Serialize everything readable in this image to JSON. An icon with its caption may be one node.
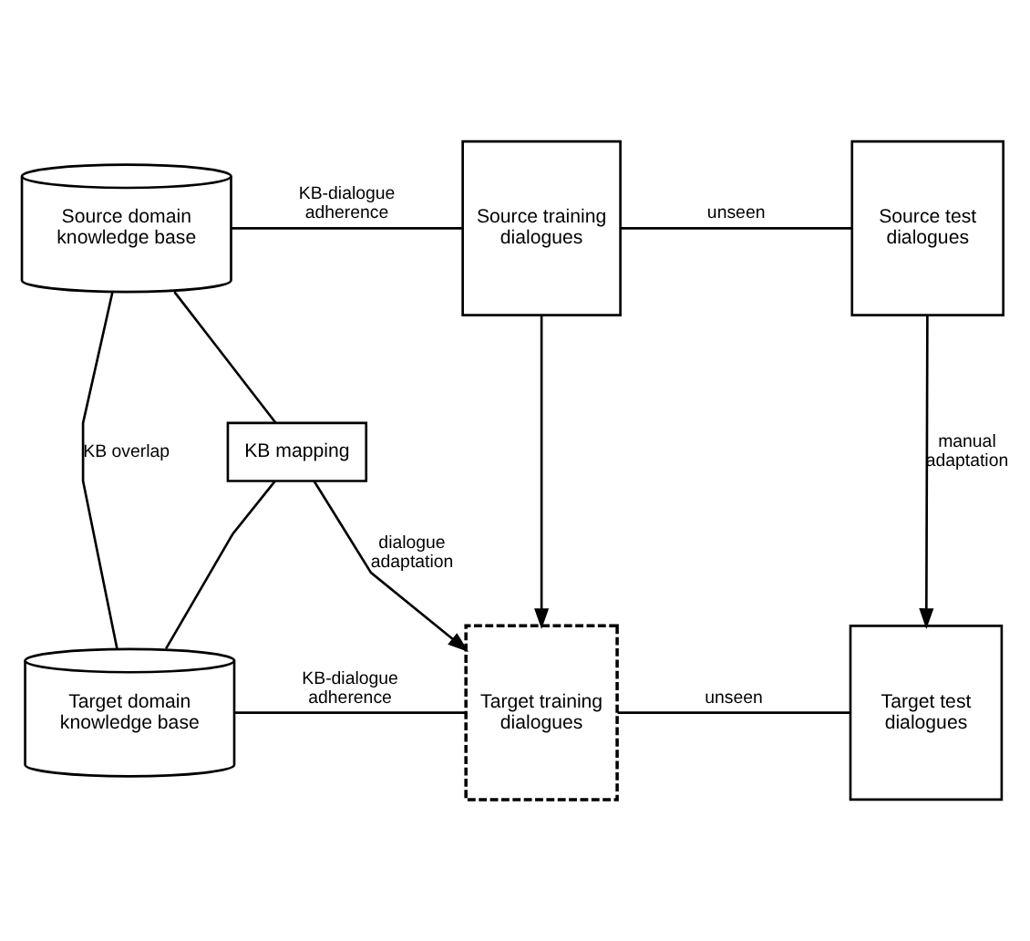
{
  "diagram": {
    "nodes": [
      {
        "text": [
          "Source domain knowledge base"
        ]
      },
      {
        "text": [
          "Source training dialogues"
        ]
      },
      {
        "text": [
          "Source test dialogues"
        ]
      },
      {
        "text": [
          "KB mapping"
        ]
      },
      {
        "text": [
          "Target domain knowledge base"
        ]
      },
      {
        "text": [
          "Target training dialogues"
        ]
      },
      {
        "text": [
          "Target test dialogues"
        ]
      }
    ],
    "edges": [
      {
        "from": 0,
        "to": 1,
        "arrow": "none",
        "label": "KB-dialogue adherence"
      },
      {
        "from": 1,
        "to": 2,
        "arrow": "none",
        "label": "unseen"
      },
      {
        "from": 0,
        "to": 4,
        "arrow": "none",
        "label": "KB overlap"
      },
      {
        "from": 0,
        "to": 3,
        "arrow": "none"
      },
      {
        "from": 4,
        "to": 3,
        "arrow": "none"
      },
      {
        "from": 1,
        "to": 5,
        "arrow": "to"
      },
      {
        "from": 3,
        "to": 5,
        "arrow": "to",
        "label": "dialogue adaptation"
      },
      {
        "from": 2,
        "to": 6,
        "arrow": "to",
        "label": "manual adaptation"
      },
      {
        "from": 4,
        "to": 5,
        "arrow": "none",
        "label": "KB-dialogue adherence"
      },
      {
        "from": 5,
        "to": 6,
        "arrow": "none",
        "label": "unseen"
      }
    ]
  }
}
